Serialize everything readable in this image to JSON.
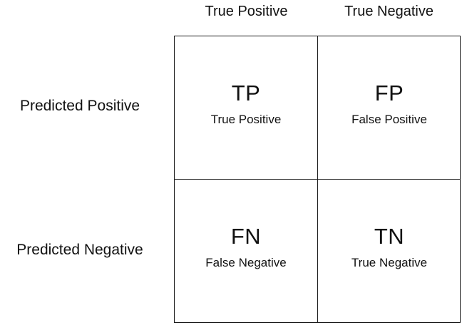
{
  "column_headers": [
    "True Positive",
    "True Negative"
  ],
  "row_headers": [
    "Predicted Positive",
    "Predicted Negative"
  ],
  "cells": [
    {
      "abbr": "TP",
      "label": "True Positive"
    },
    {
      "abbr": "FP",
      "label": "False Positive"
    },
    {
      "abbr": "FN",
      "label": "False Negative"
    },
    {
      "abbr": "TN",
      "label": "True Negative"
    }
  ]
}
